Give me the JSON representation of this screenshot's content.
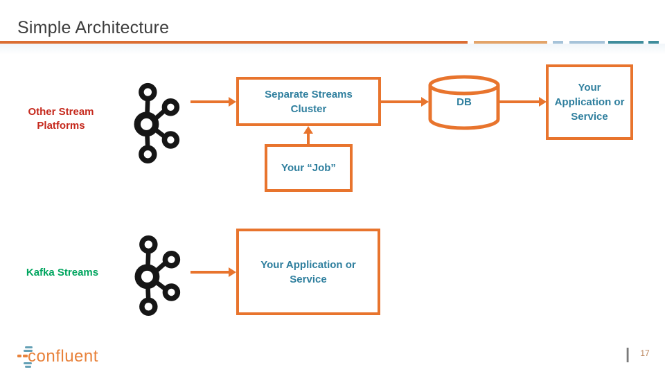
{
  "header": {
    "title": "Simple Architecture"
  },
  "diagram": {
    "labels": {
      "other_platforms": "Other Stream Platforms",
      "kafka_streams": "Kafka Streams"
    },
    "boxes": {
      "cluster": "Separate Streams Cluster",
      "job": "Your “Job”",
      "db": "DB",
      "app_top": "Your Application or Service",
      "app_bottom": "Your Application or Service"
    },
    "icons": {
      "top": "kafka-logo",
      "bottom": "kafka-logo"
    }
  },
  "footer": {
    "brand": "confluent",
    "separator": "|",
    "page_number": "17"
  },
  "colors": {
    "accent_orange": "#e8742d",
    "underline_orange": "#db6e33",
    "bar_light_orange": "#e3a469",
    "bar_light_blue": "#a6c3d9",
    "bar_teal": "#3f8d9c",
    "box_text_teal": "#2f7f9e",
    "label_red": "#c5281c",
    "label_green": "#00a55f",
    "title_gray": "#3d3d3d",
    "brand_orange": "#e8823b",
    "brand_blue": "#64a0b5"
  }
}
